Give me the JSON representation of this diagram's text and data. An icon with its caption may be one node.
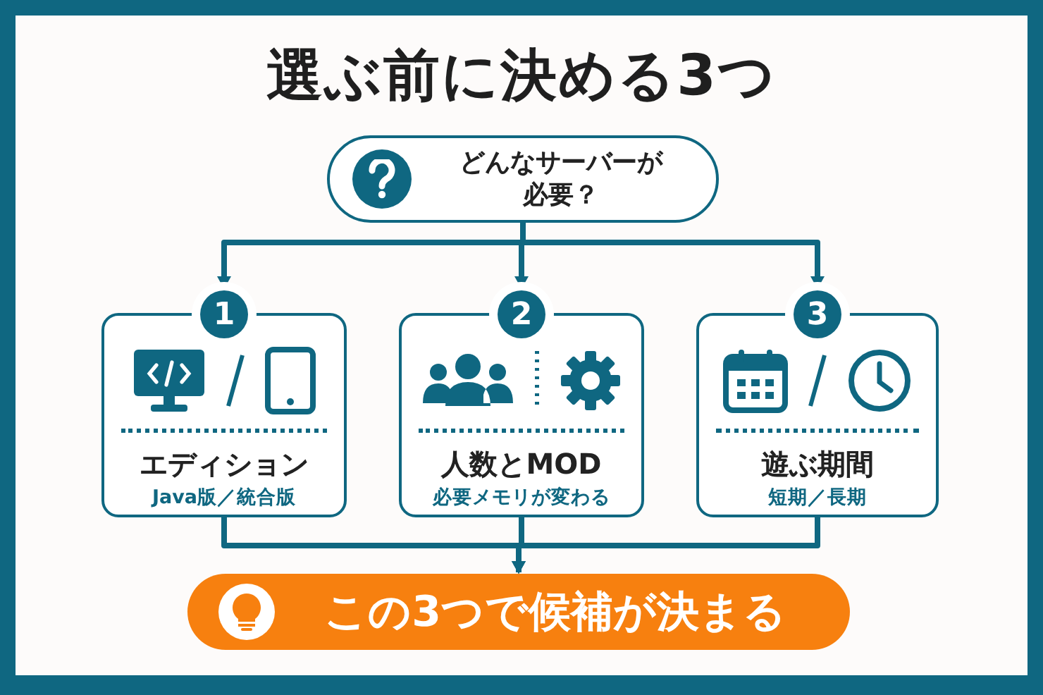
{
  "diagram": {
    "title": "選ぶ前に決める3つ",
    "nodes": [
      {
        "text": [
          "どんなサーバーが必要？"
        ]
      },
      {
        "text": [
          "1",
          "エディション",
          "Java版／統合版"
        ]
      },
      {
        "text": [
          "2",
          "人数とMOD",
          "必要メモリが変わる"
        ]
      },
      {
        "text": [
          "3",
          "遊ぶ期間",
          "短期／長期"
        ]
      },
      {
        "text": [
          "この3つで候補が決まる"
        ]
      }
    ],
    "edges": [
      {
        "from": 0,
        "to": 1,
        "arrow": "to"
      },
      {
        "from": 0,
        "to": 2,
        "arrow": "to"
      },
      {
        "from": 0,
        "to": 3,
        "arrow": "to"
      },
      {
        "from": 1,
        "to": 4,
        "arrow": "to"
      },
      {
        "from": 2,
        "to": 4,
        "arrow": "to"
      },
      {
        "from": 3,
        "to": 4,
        "arrow": "to"
      }
    ]
  }
}
